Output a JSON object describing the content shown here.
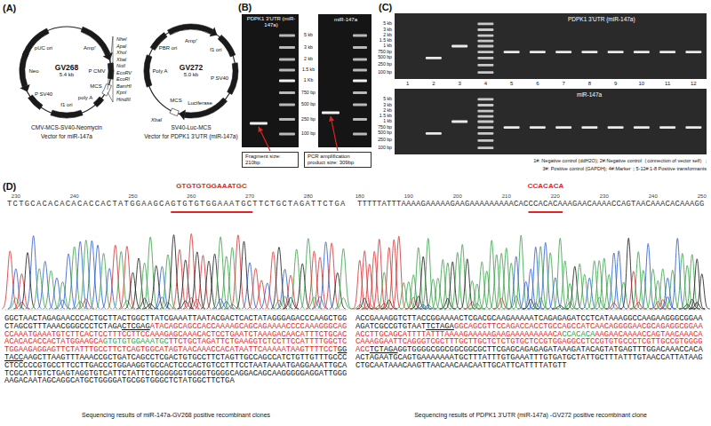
{
  "diagram": {
    "nodes": [
      {
        "text": [
          "GV268",
          "5.4 kb"
        ]
      },
      {
        "text": [
          "GV272",
          "5.0 kb"
        ]
      },
      {
        "text": [
          "PDPK1 3'UTR (miR-147a)"
        ]
      },
      {
        "text": [
          "miR-147a"
        ]
      },
      {
        "text": [
          "Fragment size: 210bp"
        ]
      },
      {
        "text": [
          "PCR amplification product size: 309bp"
        ]
      },
      {
        "text": [
          "PDPK1 3'UTR (miR-147a)"
        ]
      },
      {
        "text": [
          "miR-147a"
        ]
      }
    ],
    "labels": [
      "(A)",
      "(B)",
      "(C)",
      "(D)",
      "pUC ori",
      "Ampʳ",
      "P CMV",
      "MCS",
      "poly A",
      "f1 ori",
      "P SV40",
      "Neo",
      "NheI",
      "ApaI",
      "XhoI",
      "XbaI",
      "NotI",
      "EcoRV",
      "EcoRI",
      "BamHI",
      "KpnI",
      "HindIII",
      "CMV-MCS-SV40-Neomycin",
      "Vector for miR-147a",
      "Ampʳ",
      "PBR ori",
      "f1 ori",
      "P SV40",
      "Luciferase",
      "MCS",
      "XbaI",
      "Poly A",
      "SV40-Luc-MCS",
      "Vector for PDPK1 3'UTR (miR-147a)",
      "5 kb",
      "3 kb",
      "2 kb",
      "1.5 kb",
      "1 Kb",
      "750 bp",
      "500 bp",
      "250 bp",
      "100 bp",
      "5 kb",
      "3 kb",
      "2 kb",
      "1.5 kb",
      "1 kb",
      "750 bp",
      "500 bp",
      "250 bp",
      "100 bp",
      "1",
      "2",
      "3",
      "4",
      "5",
      "6",
      "7",
      "8",
      "9",
      "10",
      "11",
      "12",
      "5 kb",
      "3 kb",
      "2 kb",
      "1.5 kb",
      "1 kb",
      "750 bp",
      "500 bp",
      "250 bp",
      "100 bp",
      "1#: Negative control (ddH2O); 2#:Negative control（connection of vector self）;",
      "3#: Positive control (GAPDH); 4#:Marker；5-12#:1-8 Positive transformants",
      "230",
      "240",
      "250",
      "260",
      "270",
      "280",
      "TCTGCACACACACACCACTATGGAAGCAGTGTGTGGAAATGCTTCTGCTAGATTCTGA",
      "GTGTGTGGAAATGC",
      "180",
      "190",
      "200",
      "210",
      "220",
      "230",
      "240",
      "250",
      "TTTTTATTTAAAAGAAAAAGAAGAAAAAAAAACACCCACACAAAGAACAAAACCAGTAACAAACACAAAGG",
      "CCACACA",
      "GGCTAACTAGAGAACCCACTGCTTACTGGCTTATCGAAATTAATACGACTCACTATAGGGAGACCCAAGCTGGCTAGCGTTTAAACGGGCCCTCTAGA",
      "CTCGAG",
      "ATACAGCAGCCACCAAAAGCAGCAGAAAACCCCAAAGGGCAGCCAAATGAAATGTCTTCACTCCTTTCCTTCCAAAGAGCAAACACTCCTGAATCTAAAGACAACATTTCTGCACACACACACCACTATGGAAGCA",
      "GTGTGTGGAAATGC",
      "TTCTGCTAGATTCTGAAGGTCTCCTTCCATTTTGGCTCTGGAAGAGGAGTTCTATTTGCCTTCTCAGTGGCATAGTAACAAACCACATAATTCAAAAATAAGTTTTCCT",
      "GGTACC",
      "AAGCTTAAGTTTAAACCGCTGATCAGCCTCGACTGTGCCTTCTAGTTGCCAGCCATCTGTTGTTTGCCCCTCCCCCGTGCCTTCCTTGACCCTGGAAGGTGCCACTCCCACTGTCCTTTCCTAATAAAATGAGGAAATTGCATCGCATTGTCTGAGTAGGTGTCATTCTATTCTGGGGGGTGGGGTGGGGCAGGACAGCAAGGGGGAGGATTGGGAAGACAATAGCAGGCATGCTGGGGATGCGGTGGGCTCTATGGCTTCTGA",
      "ACCGAAAGGTCTTACCGGAAAACTCGACGCAAGAAAAATCAGAGAGATCCTCATAAAGGCCAAGAAGGGCGGAAAGATCGCCGTGTAAT",
      "TCTAGA",
      "GGCAGCGTTCCAGACCACCTGCCAGCCATCAACAGGGGAACGCAGAGGCGGAAACCTTGCAGCATTTTATTTAAAAGAAAAAGAAGAAAAAAAAACA",
      "CCACACA",
      "AAGAACAAAACCAGTAACAAACACAAAGGAATTCAGGGTCGCTTTGCTTGCTCTCTGTGCTCCGTGGAGGCCTCCGTGTGCCCTCGTTGCCGTGGGGACC",
      "TCTAGA",
      "GGTGGGGCGGCGGCGGCGCTTCGAGCAGAGAGATAAAGATACAGTATGAGTTTGGACAAACCACAACTAGAATGCAGTGAAAAAAATGCTTTATTTGTGAAATTTGTGATGCTATTGCTTTATTTGTAACCATTATAAGCTGCAATAAACAAGTTAACAACAACAATTGCATTCATTTTATGTT",
      "Sequencing results of miR-147a-GV268 positive recombinant clones",
      "Sequencing results of PDPK1 3'UTR (miR-147a) -GV272 positive recombinant clone"
    ]
  }
}
